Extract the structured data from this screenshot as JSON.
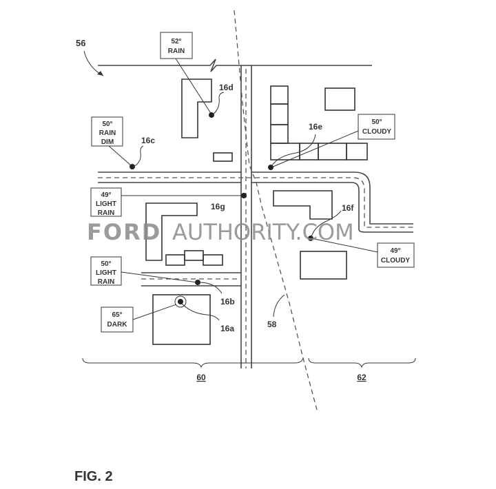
{
  "figure_label": "FIG. 2",
  "watermark": {
    "part1": "FORD",
    "part2": "AUTHORITY.COM"
  },
  "references": {
    "map": "56",
    "boundary": "58",
    "region_left": "60",
    "region_right": "62",
    "sensor_a": "16a",
    "sensor_b": "16b",
    "sensor_c": "16c",
    "sensor_d": "16d",
    "sensor_e": "16e",
    "sensor_f": "16f",
    "sensor_g": "16g"
  },
  "readings": {
    "d": {
      "line1": "52°",
      "line2": "RAIN"
    },
    "c": {
      "line1": "50°",
      "line2": "RAIN",
      "line3": "DIM"
    },
    "e": {
      "line1": "50°",
      "line2": "CLOUDY"
    },
    "g": {
      "line1": "49°",
      "line2": "LIGHT",
      "line3": "RAIN"
    },
    "f": {
      "line1": "49°",
      "line2": "CLOUDY"
    },
    "b": {
      "line1": "50°",
      "line2": "LIGHT",
      "line3": "RAIN"
    },
    "a": {
      "line1": "65°",
      "line2": "DARK"
    }
  }
}
